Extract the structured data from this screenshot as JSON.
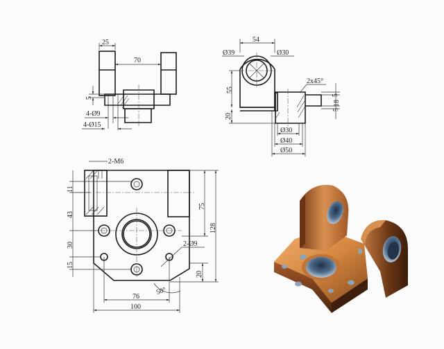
{
  "drawing": {
    "type": "engineering-drawing",
    "subject": "bracket base with two lugs",
    "views": {
      "front_view": {
        "dimensions": {
          "lug_width": "25",
          "lug_gap": "70",
          "plate_thickness": "5",
          "small_holes": "4-Ø9",
          "counterbore": "4-Ø15"
        }
      },
      "side_view": {
        "dimensions": {
          "width": "54",
          "lug_outer_dia": "Ø39",
          "lug_hole_dia": "Ø30",
          "chamfer": "2x45°",
          "height_55": "55",
          "height_20": "20",
          "right_5_top": "5",
          "right_18": "18",
          "right_5_bottom": "5",
          "bore_30": "Ø30",
          "bore_40": "Ø40",
          "bore_50": "Ø50"
        }
      },
      "top_view": {
        "dimensions": {
          "thread": "2-M6",
          "left_11": "11",
          "left_43": "43",
          "left_30": "30",
          "left_15": "15",
          "right_75": "75",
          "right_128": "128",
          "right_20": "20",
          "holes_2x9": "2-Ø9",
          "angle": "50°",
          "width_76": "76",
          "width_100": "100"
        }
      }
    },
    "colors": {
      "line": "#1a1a1a",
      "background": "#fbfbfb",
      "bronze_light": "#e09a55",
      "bronze_dark": "#5a2e12",
      "steel": "#5f7f9c"
    }
  }
}
